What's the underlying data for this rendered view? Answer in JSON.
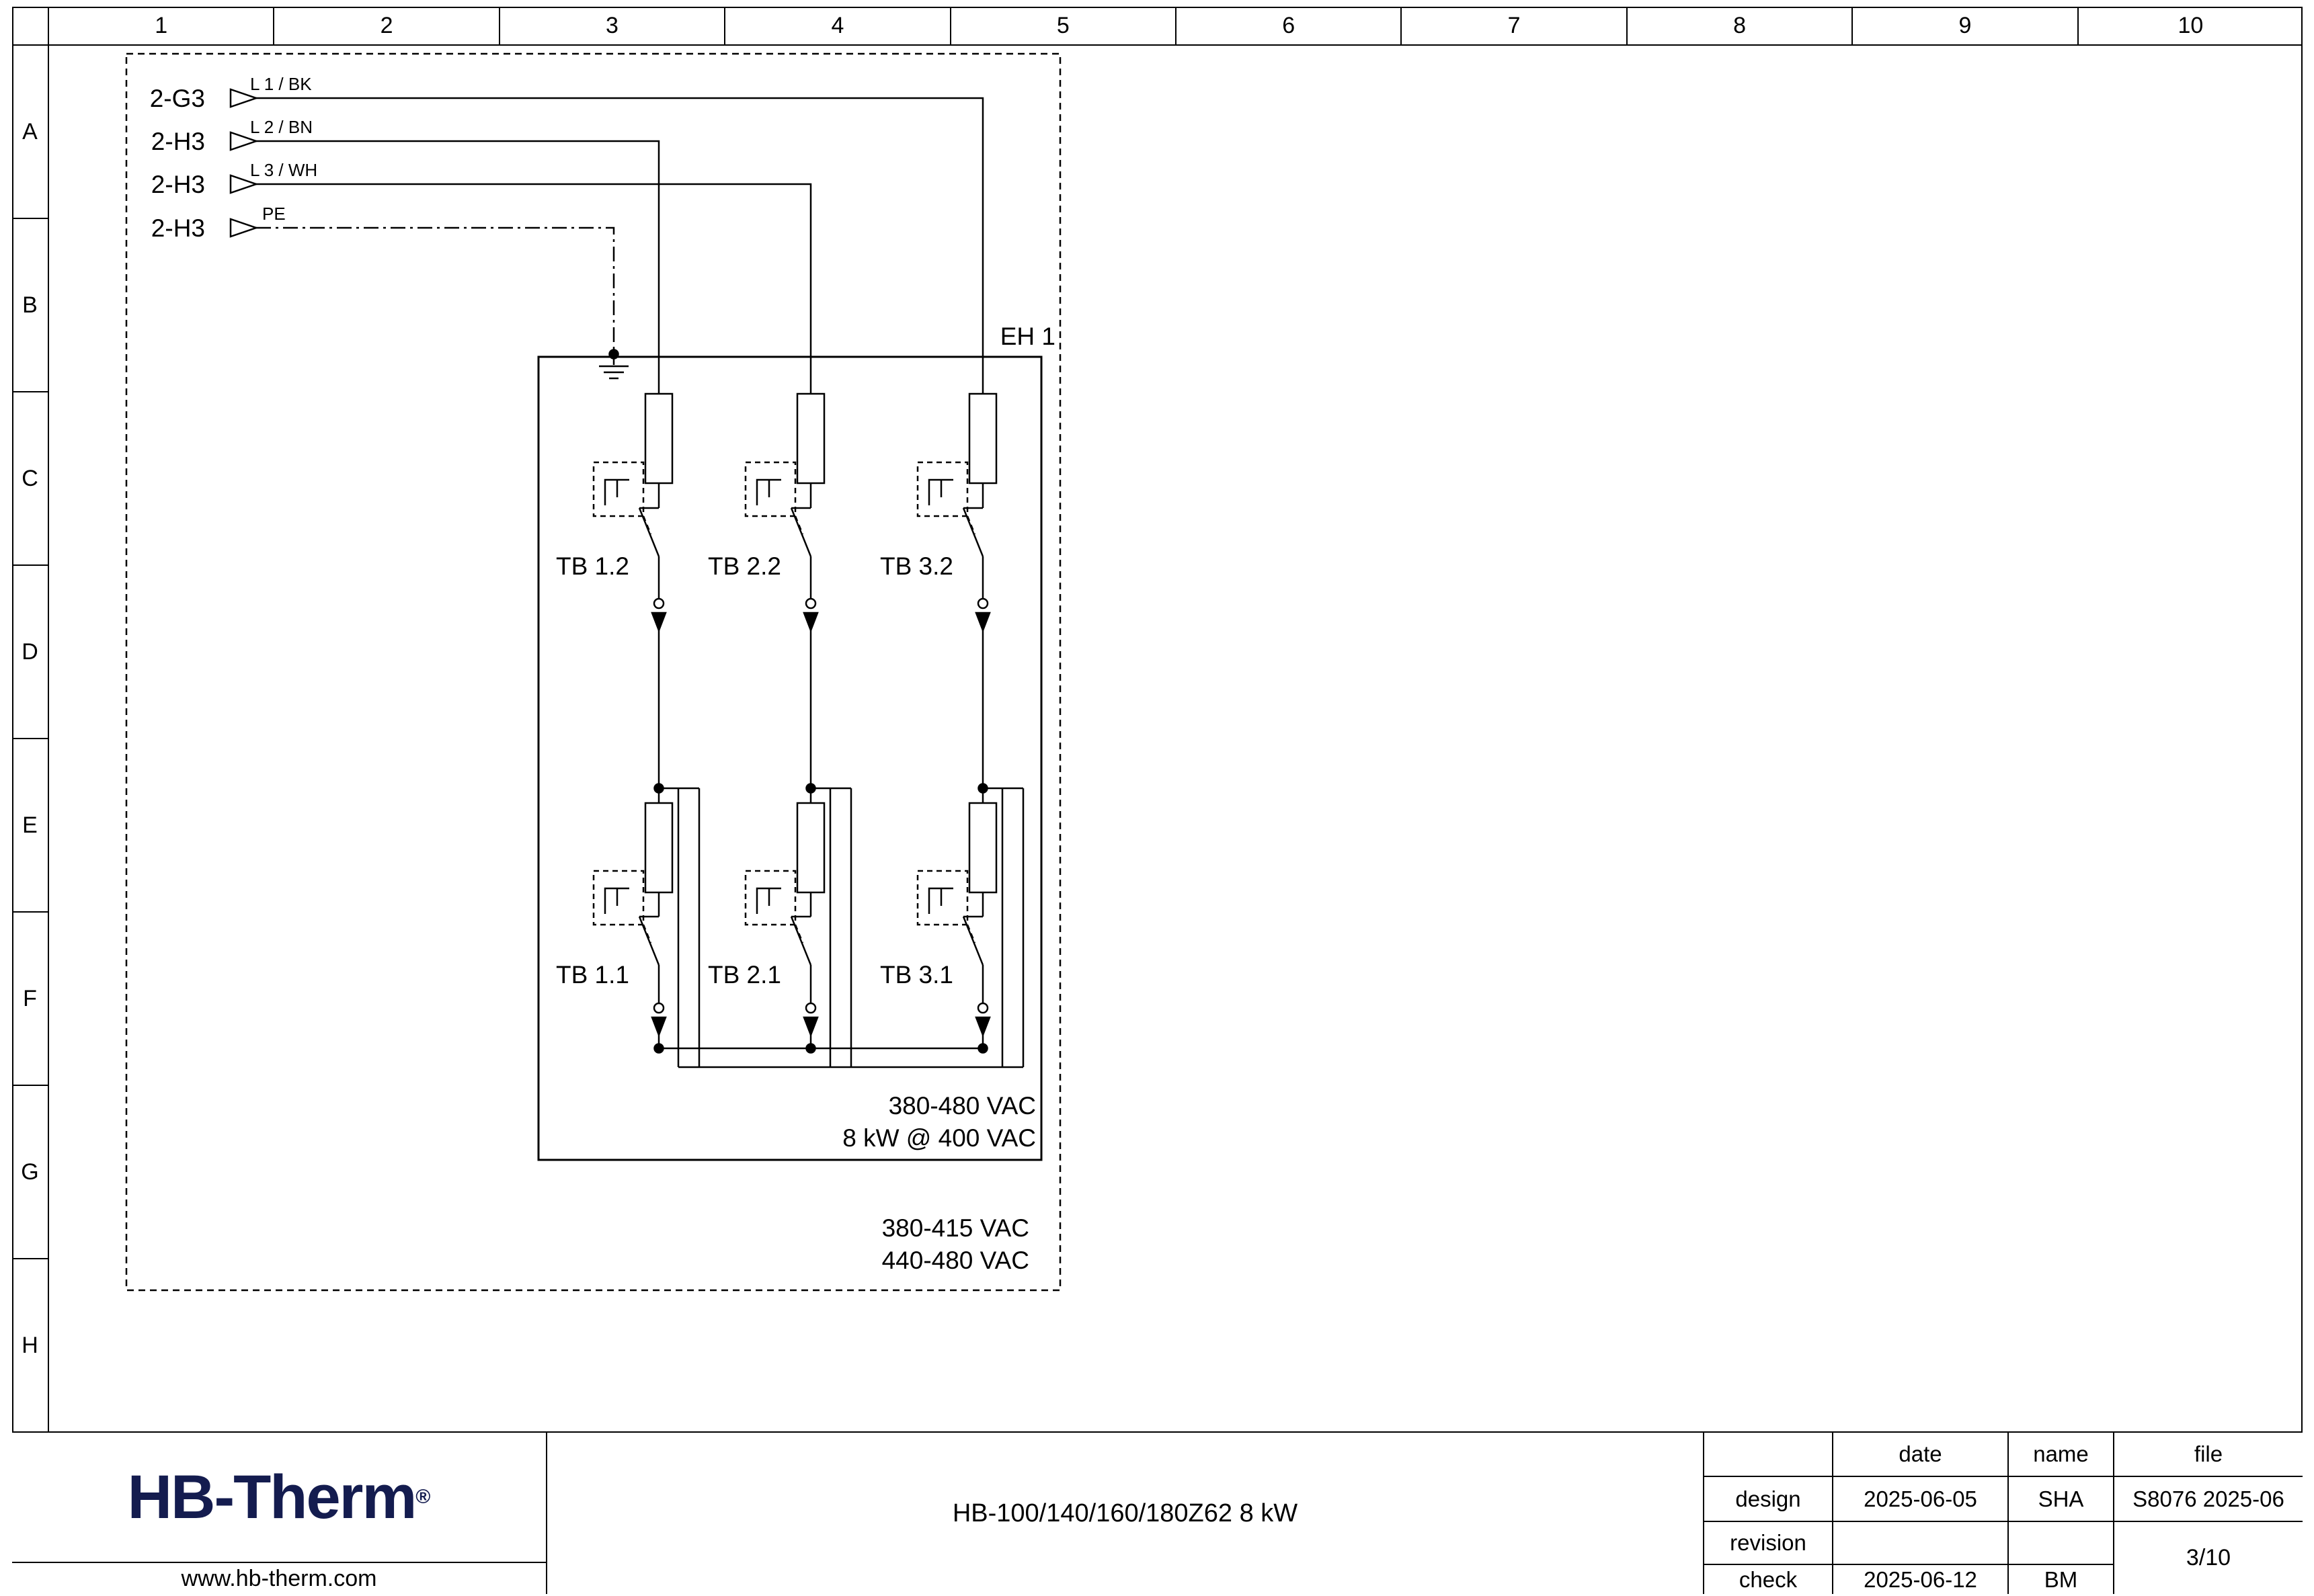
{
  "rulers": {
    "cols": [
      "1",
      "2",
      "3",
      "4",
      "5",
      "6",
      "7",
      "8",
      "9",
      "10"
    ],
    "rows": [
      "A",
      "B",
      "C",
      "D",
      "E",
      "F",
      "G",
      "H"
    ]
  },
  "connectors": {
    "items": [
      {
        "tag": "2-G3",
        "wire": "L 1 / BK"
      },
      {
        "tag": "2-H3",
        "wire": "L 2 / BN"
      },
      {
        "tag": "2-H3",
        "wire": "L 3 / WH"
      },
      {
        "tag": "2-H3",
        "wire": "PE"
      }
    ]
  },
  "schematic": {
    "box_label": "EH 1",
    "breakers_top": [
      "TB 1.2",
      "TB 2.2",
      "TB 3.2"
    ],
    "breakers_bottom": [
      "TB 1.1",
      "TB 2.1",
      "TB 3.1"
    ],
    "ratings_inside": [
      "380-480 VAC",
      "8 kW @ 400 VAC"
    ],
    "ratings_outside": [
      "380-415 VAC",
      "440-480 VAC"
    ]
  },
  "title_block": {
    "logo": "HB-Therm",
    "logo_reg": "®",
    "website": "www.hb-therm.com",
    "title": "HB-100/140/160/180Z62 8 kW",
    "table": {
      "headers": {
        "date": "date",
        "name": "name",
        "file": "file"
      },
      "rows": [
        {
          "label": "design",
          "date": "2025-06-05",
          "name": "SHA",
          "file": "S8076 2025-06"
        },
        {
          "label": "revision",
          "date": "",
          "name": ""
        },
        {
          "label": "check",
          "date": "2025-06-12",
          "name": "BM"
        }
      ],
      "page": "3/10"
    }
  }
}
